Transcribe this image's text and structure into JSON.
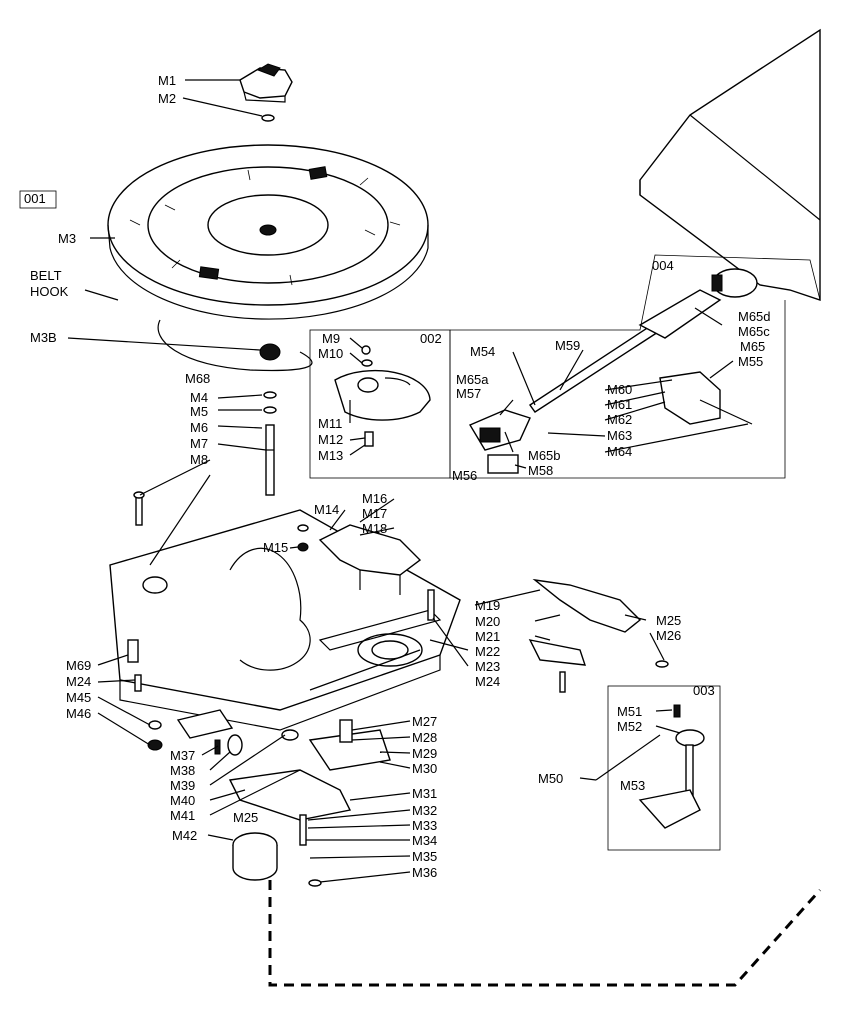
{
  "labels": {
    "M1": "M1",
    "M2": "M2",
    "M3": "M3",
    "M3B": "M3B",
    "BELT": "BELT",
    "HOOK": "HOOK",
    "M4": "M4",
    "M5": "M5",
    "M6": "M6",
    "M7": "M7",
    "M8": "M8",
    "M9": "M9",
    "M10": "M10",
    "M11": "M11",
    "M12": "M12",
    "M13": "M13",
    "M14": "M14",
    "M15": "M15",
    "M16": "M16",
    "M17": "M17",
    "M18": "M18",
    "M19": "M19",
    "M20": "M20",
    "M21": "M21",
    "M22": "M22",
    "M23": "M23",
    "M24a": "M24",
    "M24b": "M24",
    "M25a": "M25",
    "M25b": "M25",
    "M26": "M26",
    "M27": "M27",
    "M28": "M28",
    "M29": "M29",
    "M30": "M30",
    "M31": "M31",
    "M32": "M32",
    "M33": "M33",
    "M34": "M34",
    "M35": "M35",
    "M36": "M36",
    "M37": "M37",
    "M38": "M38",
    "M39": "M39",
    "M40": "M40",
    "M41": "M41",
    "M42": "M42",
    "M45": "M45",
    "M46": "M46",
    "M50": "M50",
    "M51": "M51",
    "M52": "M52",
    "M53": "M53",
    "M54": "M54",
    "M55": "M55",
    "M56": "M56",
    "M57": "M57",
    "M58": "M58",
    "M59": "M59",
    "M60": "M60",
    "M61": "M61",
    "M62": "M62",
    "M63": "M63",
    "M64": "M64",
    "M65": "M65",
    "M65a": "M65a",
    "M65b": "M65b",
    "M65c": "M65c",
    "M65d": "M65d",
    "M68": "M68",
    "M69": "M69"
  },
  "groups": {
    "g001": "001",
    "g002": "002",
    "g003": "003",
    "g004": "004"
  }
}
